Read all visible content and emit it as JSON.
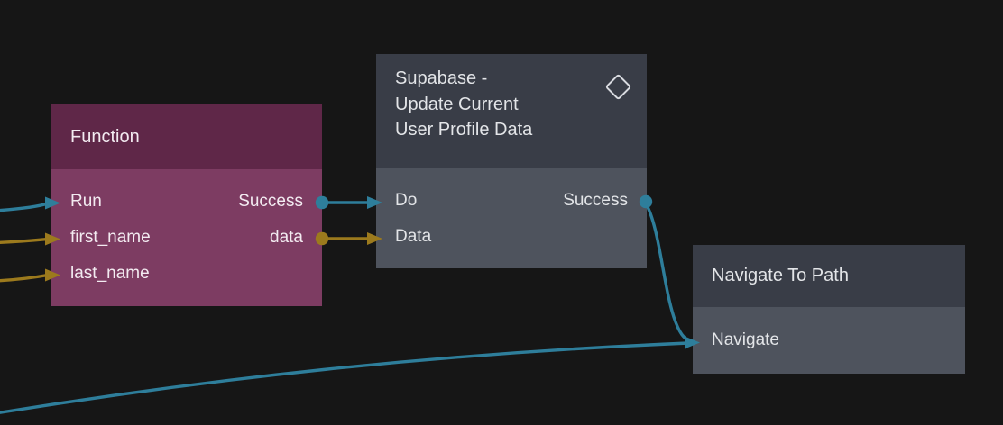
{
  "app": {
    "description": "Visual flow node editor canvas"
  },
  "colors": {
    "background": "#161616",
    "signal_wire": "#2e7e9b",
    "data_wire": "#9c7a1d",
    "function_header": "#5f2748",
    "function_body": "#7d3c62",
    "dark_node_header": "#393d47",
    "dark_node_body": "#4e535d",
    "node_text": "#e3e5e8",
    "function_text": "#f3ebf1",
    "icon_color": "#d9dbe0"
  },
  "nodes": [
    {
      "title": "Function",
      "inputs": [
        {
          "label": "Run",
          "type": "signal"
        },
        {
          "label": "first_name",
          "type": "data"
        },
        {
          "label": "last_name",
          "type": "data"
        }
      ],
      "outputs": [
        {
          "label": "Success",
          "type": "signal"
        },
        {
          "label": "data",
          "type": "data"
        }
      ]
    },
    {
      "title": "Supabase - Update Current User Profile Data",
      "title_lines": [
        "Supabase -",
        "Update Current",
        "User Profile Data"
      ],
      "header_icon": "diamond-icon",
      "inputs": [
        {
          "label": "Do",
          "type": "signal"
        },
        {
          "label": "Data",
          "type": "data"
        }
      ],
      "outputs": [
        {
          "label": "Success",
          "type": "signal"
        }
      ]
    },
    {
      "title": "Navigate To Path",
      "inputs": [
        {
          "label": "Navigate",
          "type": "signal"
        }
      ],
      "outputs": []
    }
  ],
  "wires": [
    {
      "from": "off-canvas-left",
      "to": "Function.Run",
      "type": "signal"
    },
    {
      "from": "off-canvas-left",
      "to": "Function.first_name",
      "type": "data"
    },
    {
      "from": "off-canvas-left",
      "to": "Function.last_name",
      "type": "data"
    },
    {
      "from": "Function.Success",
      "to": "Supabase - Update Current User Profile Data.Do",
      "type": "signal"
    },
    {
      "from": "Function.data",
      "to": "Supabase - Update Current User Profile Data.Data",
      "type": "data"
    },
    {
      "from": "Supabase - Update Current User Profile Data.Success",
      "to": "Navigate To Path.Navigate",
      "type": "signal"
    },
    {
      "from": "off-canvas-bottom-left",
      "to": "Navigate To Path.Navigate",
      "type": "signal"
    }
  ]
}
